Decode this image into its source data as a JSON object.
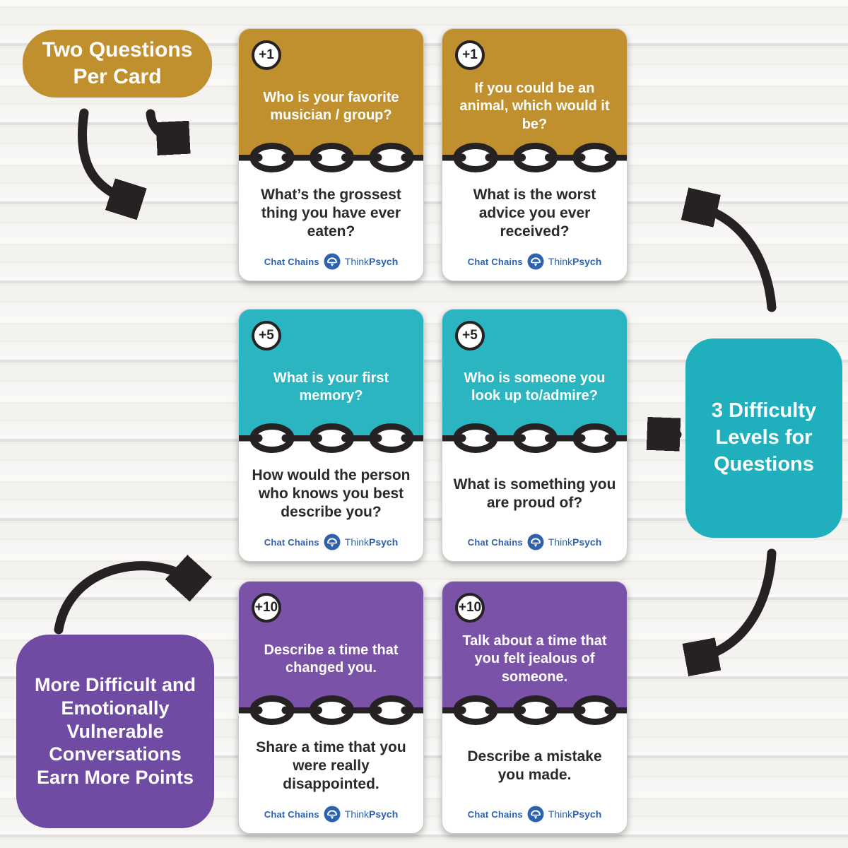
{
  "colors": {
    "gold": "#c1902e",
    "teal": "#2bb5c1",
    "tealDark": "#1fafbd",
    "purple": "#7a52a8",
    "purpleDark": "#6f4ba3",
    "ink": "#262223",
    "blue": "#2d62af",
    "bg": "#f3f2ef",
    "plank": "#bdbab5"
  },
  "callouts": {
    "two_questions": "Two Questions Per Card",
    "difficulty": "3 Difficulty Levels for Questions",
    "points": "More Difficult and Emotionally Vulnerable Conversations Earn More Points"
  },
  "logo": {
    "chat_chains": "Chat Chains",
    "think": "Think",
    "psych": "Psych",
    "icon": "brain-speech-icon"
  },
  "cards": [
    {
      "points": "+1",
      "difficulty_color": "gold",
      "top_question": "Who is your favorite musician / group?",
      "bottom_question": "What’s the grossest thing you have ever eaten?"
    },
    {
      "points": "+1",
      "difficulty_color": "gold",
      "top_question": "If you could be an animal, which would it be?",
      "bottom_question": "What is the worst advice you ever received?"
    },
    {
      "points": "+5",
      "difficulty_color": "teal",
      "top_question": "What is your first memory?",
      "bottom_question": "How would the person who knows you best describe you?"
    },
    {
      "points": "+5",
      "difficulty_color": "teal",
      "top_question": "Who is someone you look up to/admire?",
      "bottom_question": "What is something you are proud of?"
    },
    {
      "points": "+10",
      "difficulty_color": "purple",
      "top_question": "Describe a time that changed you.",
      "bottom_question": "Share a time that you were really disappointed."
    },
    {
      "points": "+10",
      "difficulty_color": "purple",
      "top_question": "Talk about a time that you felt jealous of someone.",
      "bottom_question": "Describe a mistake you made."
    }
  ]
}
